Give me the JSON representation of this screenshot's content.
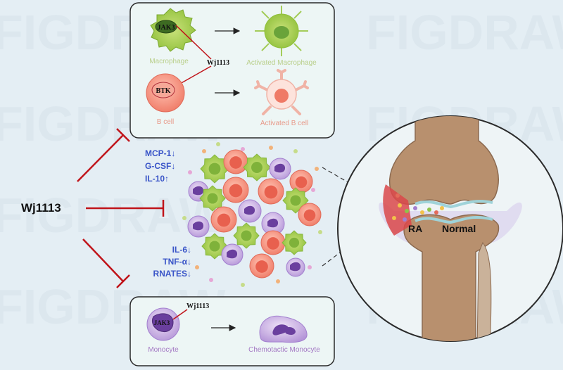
{
  "watermark": "FIGDRAW",
  "center_label": "Wj1113",
  "top_panel": {
    "macrophage": {
      "label": "Macrophage",
      "target": "JAK3",
      "activated_label": "Activated Macrophage"
    },
    "inhibitor": "Wj1113",
    "bcell": {
      "label": "B cell",
      "target": "BTK",
      "activated_label": "Activated B cell"
    }
  },
  "cytokines_top": [
    "MCP-1↓",
    "G-CSF↓",
    "IL-10↑"
  ],
  "cytokines_bottom": [
    "IL-6↓",
    "TNF-α↓",
    "RNATES↓"
  ],
  "bottom_panel": {
    "inhibitor": "Wj1113",
    "monocyte": {
      "label": "Monocyte",
      "target": "JAK3",
      "chemotactic_label": "Chemotactic Monocyte"
    }
  },
  "joint": {
    "left_label": "RA",
    "right_label": "Normal"
  },
  "colors": {
    "inhibit": "#c0141a",
    "cytokine_text": "#3a55c8",
    "panel_text": "#b9cf8a",
    "bcell_text": "#e89a8a",
    "monocyte_text": "#a479c4"
  }
}
